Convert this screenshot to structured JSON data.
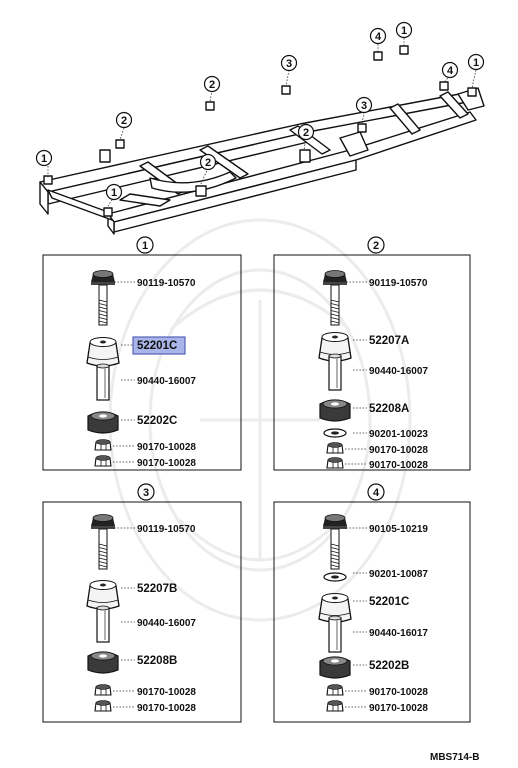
{
  "diagram": {
    "ref_code": "MBS714-B",
    "frame_callouts": [
      "1",
      "2",
      "3",
      "4"
    ],
    "panels": [
      {
        "number": "1",
        "parts": [
          {
            "label": "90119-10570",
            "kind": "bolt"
          },
          {
            "label": "52201C",
            "kind": "upper-cushion",
            "highlighted": true
          },
          {
            "label": "90440-16007",
            "kind": "sleeve"
          },
          {
            "label": "52202C",
            "kind": "lower-cushion"
          },
          {
            "label": "90170-10028",
            "kind": "nut"
          },
          {
            "label": "90170-10028",
            "kind": "nut"
          }
        ]
      },
      {
        "number": "2",
        "parts": [
          {
            "label": "90119-10570",
            "kind": "bolt"
          },
          {
            "label": "52207A",
            "kind": "upper-cushion"
          },
          {
            "label": "90440-16007",
            "kind": "sleeve"
          },
          {
            "label": "52208A",
            "kind": "lower-cushion"
          },
          {
            "label": "90201-10023",
            "kind": "washer"
          },
          {
            "label": "90170-10028",
            "kind": "nut"
          },
          {
            "label": "90170-10028",
            "kind": "nut"
          }
        ]
      },
      {
        "number": "3",
        "parts": [
          {
            "label": "90119-10570",
            "kind": "bolt"
          },
          {
            "label": "52207B",
            "kind": "upper-cushion"
          },
          {
            "label": "90440-16007",
            "kind": "sleeve"
          },
          {
            "label": "52208B",
            "kind": "lower-cushion"
          },
          {
            "label": "90170-10028",
            "kind": "nut"
          },
          {
            "label": "90170-10028",
            "kind": "nut"
          }
        ]
      },
      {
        "number": "4",
        "parts": [
          {
            "label": "90105-10219",
            "kind": "bolt"
          },
          {
            "label": "90201-10087",
            "kind": "washer"
          },
          {
            "label": "52201C",
            "kind": "upper-cushion"
          },
          {
            "label": "90440-16017",
            "kind": "sleeve"
          },
          {
            "label": "52202B",
            "kind": "lower-cushion"
          },
          {
            "label": "90170-10028",
            "kind": "nut"
          },
          {
            "label": "90170-10028",
            "kind": "nut"
          }
        ]
      }
    ]
  },
  "colors": {
    "highlight_fill": "#a9b4e8",
    "highlight_stroke": "#5460b8",
    "ink": "#111111"
  }
}
